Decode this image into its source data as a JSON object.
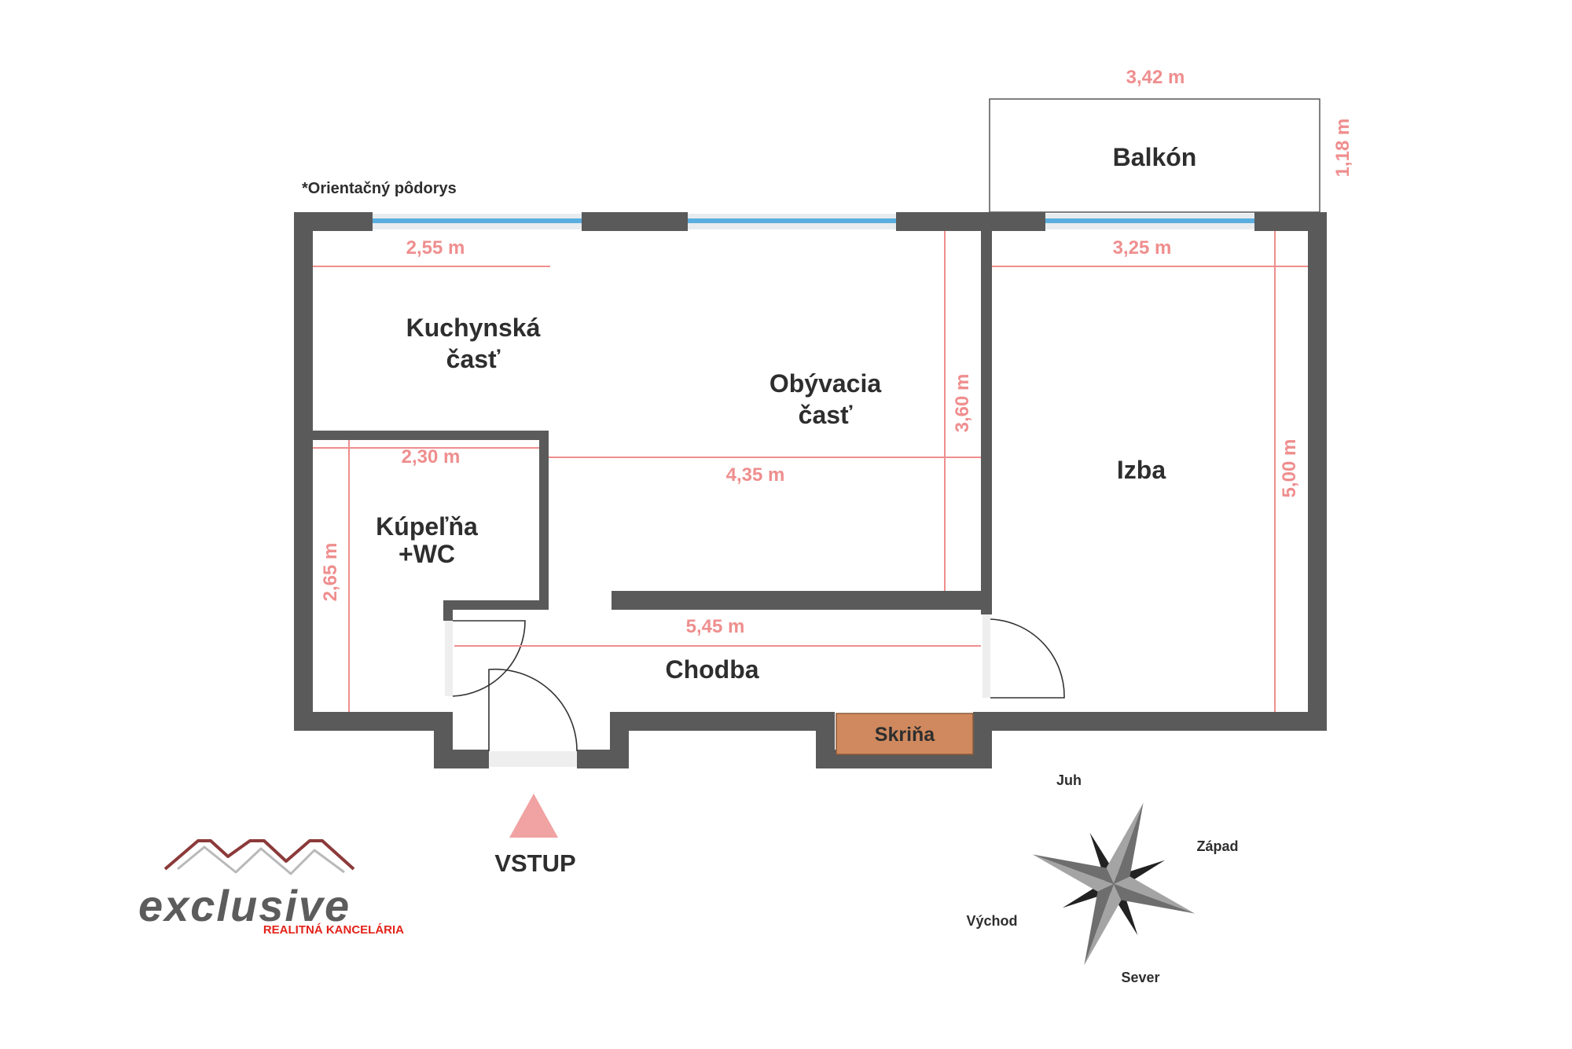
{
  "note": "*Orientačný pôdorys",
  "rooms": {
    "balkon": "Balkón",
    "kuchyna_line1": "Kuchynská",
    "kuchyna_line2": "časť",
    "obyvacia_line1": "Obývacia",
    "obyvacia_line2": "časť",
    "kupelna_line1": "Kúpeľňa",
    "kupelna_line2": "+WC",
    "izba": "Izba",
    "chodba": "Chodba",
    "skrina": "Skriňa"
  },
  "dimensions": {
    "balkon_width": "3,42 m",
    "balkon_depth": "1,18 m",
    "kuchyna_width": "2,55 m",
    "izba_width": "3,25 m",
    "obyvacia_depth": "3,60 m",
    "kupelna_width": "2,30 m",
    "obyvacia_width": "4,35 m",
    "izba_depth": "5,00 m",
    "kupelna_depth": "2,65 m",
    "chodba_length": "5,45 m"
  },
  "entrance": "VSTUP",
  "compass": {
    "north": "Juh",
    "east": "Západ",
    "west": "Východ",
    "south": "Sever"
  },
  "logo": {
    "name": "exclusive",
    "tagline": "REALITNÁ KANCELÁRIA"
  },
  "colors": {
    "wall": "#5a5a5a",
    "window": "#5aaee0",
    "dimension": "#ef8e8e",
    "wardrobe": "#d0895e",
    "entrance_arrow": "#f1a2a2"
  }
}
